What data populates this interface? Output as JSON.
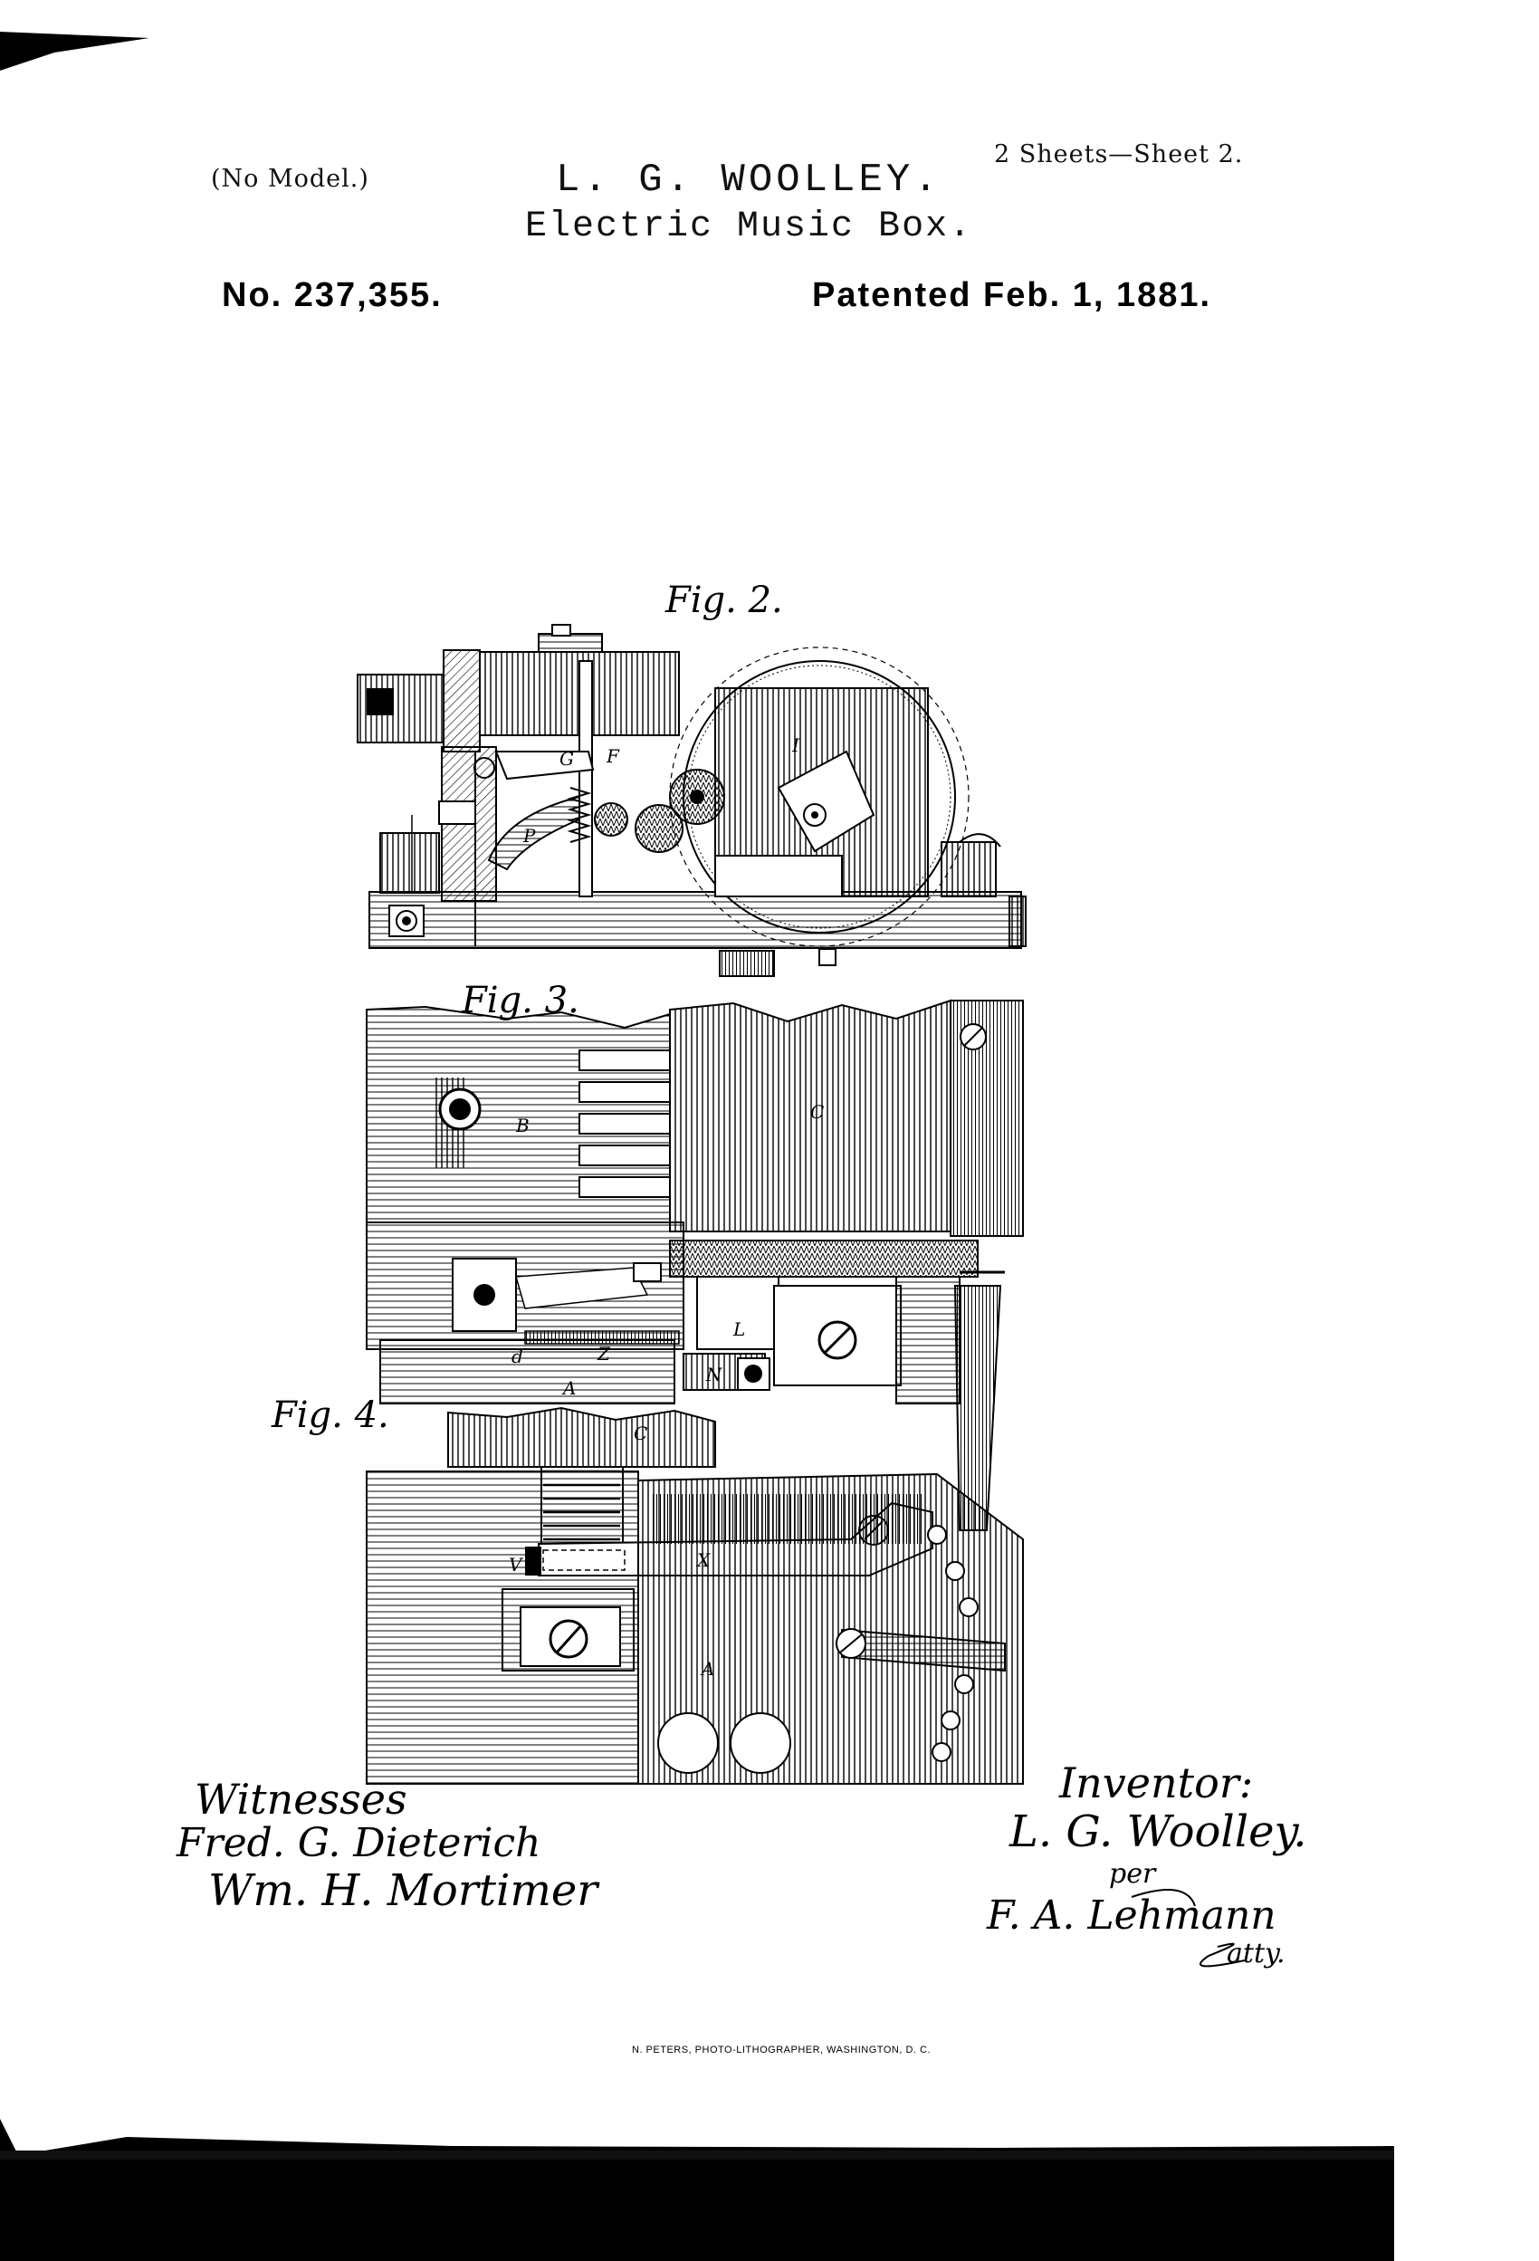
{
  "header": {
    "no_model": "(No Model.)",
    "inventor": "L. G. WOOLLEY.",
    "title": "Electric Music Box.",
    "sheets": "2 Sheets—Sheet 2.",
    "patent_number": "No. 237,355.",
    "patent_date": "Patented Feb. 1, 1881."
  },
  "figures": {
    "fig2": "Fig. 2.",
    "fig3": "Fig. 3.",
    "fig4": "Fig. 4."
  },
  "part_letters": {
    "fig2": [
      "I",
      "F",
      "G",
      "P"
    ],
    "fig3": [
      "B",
      "C",
      "L",
      "A",
      "N",
      "Z",
      "d"
    ],
    "fig4": [
      "C",
      "V",
      "X",
      "A"
    ]
  },
  "signatures": {
    "witnesses_label": "Witnesses",
    "witness_1": "Fred. G. Dieterich",
    "witness_2": "Wm. H. Mortimer",
    "inventor_label": "Inventor:",
    "inventor_signature": "L. G. Woolley.",
    "per": "per",
    "attorney_signature": "F. A. Lehmann",
    "attorney_title": "atty."
  },
  "footer": {
    "printer": "N. PETERS, PHOTO-LITHOGRAPHER, WASHINGTON, D. C."
  }
}
